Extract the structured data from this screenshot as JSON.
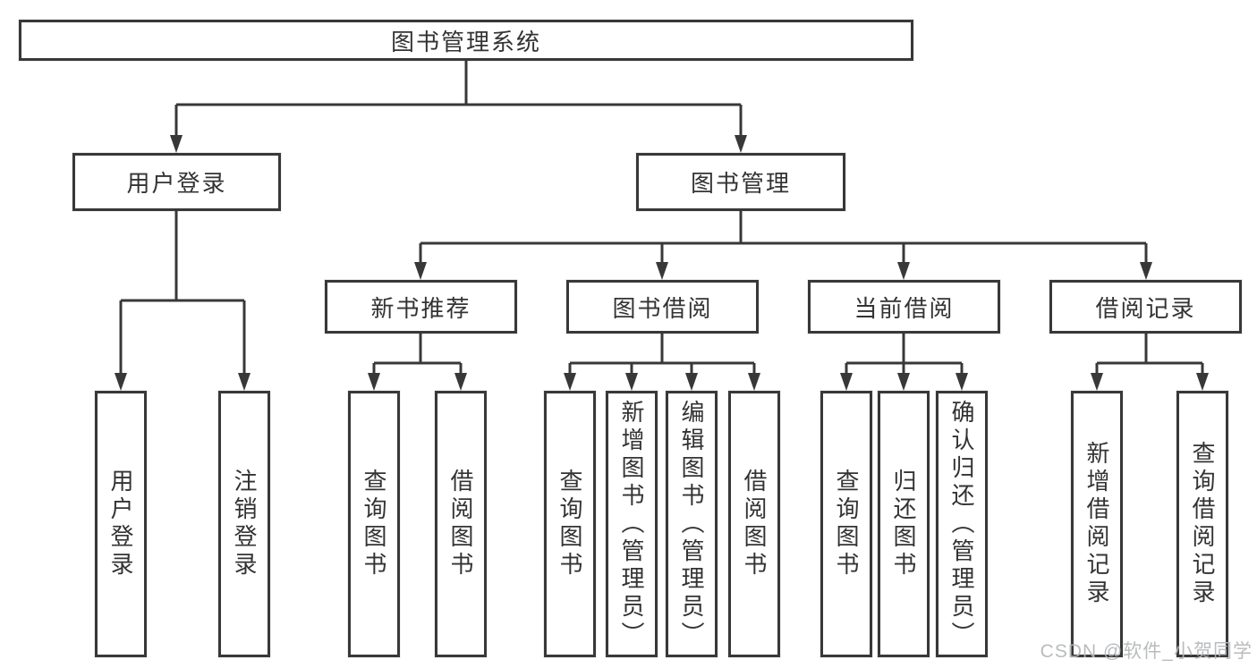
{
  "diagram": {
    "root": {
      "label": "图书管理系统",
      "children": [
        {
          "label": "用户登录",
          "children": [
            {
              "label": "用户登录"
            },
            {
              "label": "注销登录"
            }
          ]
        },
        {
          "label": "图书管理",
          "children": [
            {
              "label": "新书推荐",
              "children": [
                {
                  "label": "查询图书"
                },
                {
                  "label": "借阅图书"
                }
              ]
            },
            {
              "label": "图书借阅",
              "children": [
                {
                  "label": "查询图书"
                },
                {
                  "label": "新增图书（管理员）"
                },
                {
                  "label": "编辑图书（管理员）"
                },
                {
                  "label": "借阅图书"
                }
              ]
            },
            {
              "label": "当前借阅",
              "children": [
                {
                  "label": "查询图书"
                },
                {
                  "label": "归还图书"
                },
                {
                  "label": "确认归还（管理员）"
                }
              ]
            },
            {
              "label": "借阅记录",
              "children": [
                {
                  "label": "新增借阅记录"
                },
                {
                  "label": "查询借阅记录"
                }
              ]
            }
          ]
        }
      ]
    }
  },
  "watermark": {
    "text": "CSDN @软件_小贺同学"
  },
  "colors": {
    "background": "#ffffff",
    "line": "#383838",
    "box_border": "#383838",
    "text": "#333333",
    "watermark": "#b4b6b8"
  }
}
